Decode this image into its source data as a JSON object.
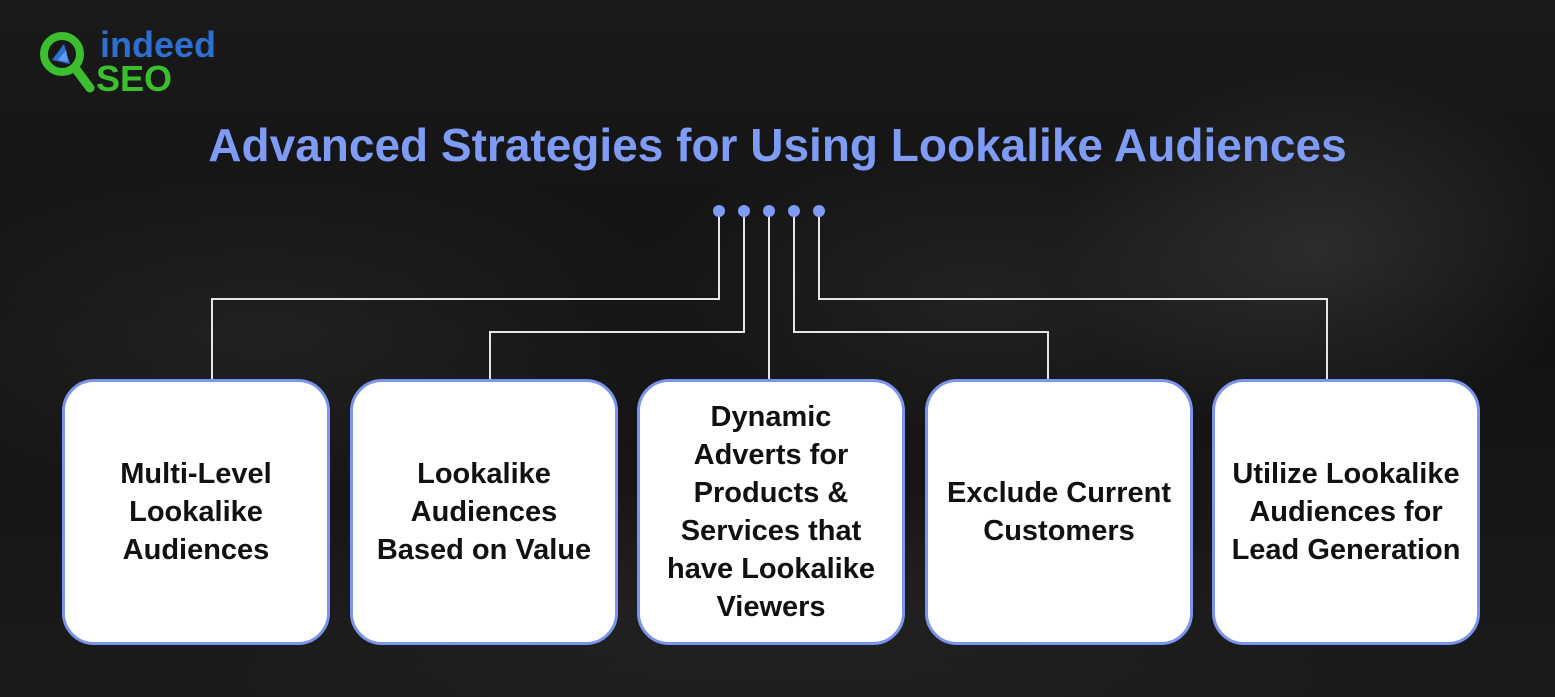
{
  "logo": {
    "word1": "indeed",
    "word2": "SEO"
  },
  "title": "Advanced Strategies for Using Lookalike Audiences",
  "colors": {
    "accent": "#7e9cf5",
    "card_border": "#7b95ef",
    "logo_blue": "#2e6fd0",
    "logo_green": "#3bbf2e"
  },
  "items": [
    {
      "label": "Multi-Level Lookalike Audiences"
    },
    {
      "label": "Lookalike Audiences Based on Value"
    },
    {
      "label": "Dynamic Adverts for Products & Services that have Lookalike Viewers"
    },
    {
      "label": "Exclude Current Customers"
    },
    {
      "label": "Utilize Lookalike Audiences for Lead Generation"
    }
  ]
}
